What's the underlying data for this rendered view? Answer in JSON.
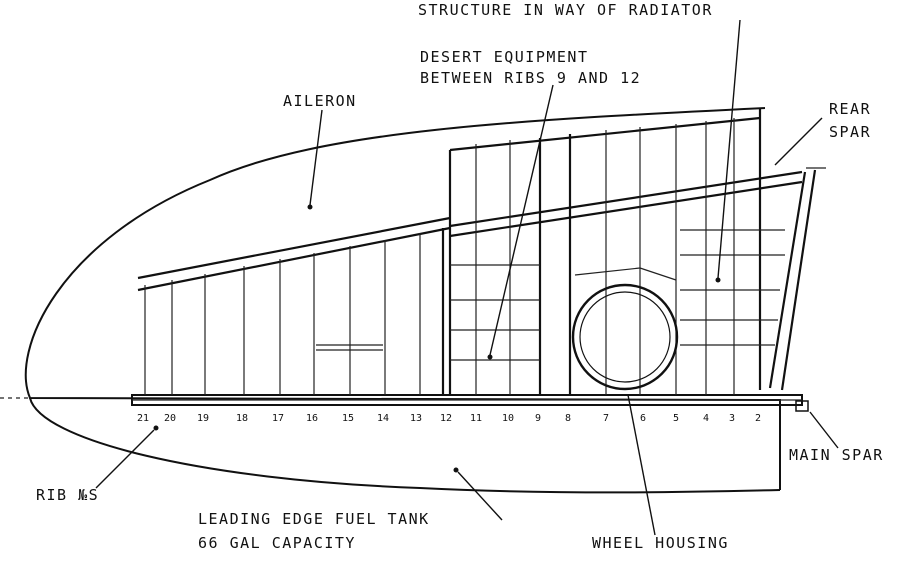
{
  "labels": {
    "radiator": "STRUCTURE IN WAY OF RADIATOR",
    "desert_line1": "DESERT EQUIPMENT",
    "desert_line2": "BETWEEN RIBS 9 AND 12",
    "aileron": "AILERON",
    "rear_spar_line1": "REAR",
    "rear_spar_line2": "SPAR",
    "main_spar": "MAIN SPAR",
    "rib_no": "RIB №S",
    "fuel_tank_line1": "LEADING EDGE FUEL TANK",
    "fuel_tank_line2": "66 GAL CAPACITY",
    "wheel_housing": "WHEEL HOUSING"
  },
  "rib_numbers": [
    "21",
    "20",
    "19",
    "18",
    "17",
    "16",
    "15",
    "14",
    "13",
    "12",
    "11",
    "10",
    "9",
    "8",
    "7",
    "6",
    "5",
    "4",
    "3",
    "2"
  ]
}
